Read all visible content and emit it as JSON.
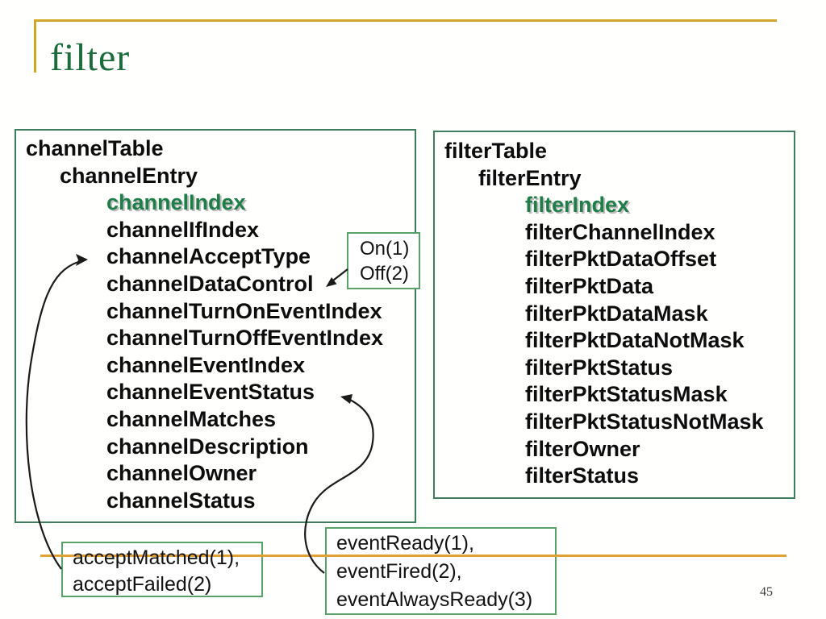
{
  "slide": {
    "title": "filter",
    "page_number": "45",
    "colors": {
      "title_green": "#1a6c3c",
      "highlight_green": "#1f7d48",
      "gold_rule": "#d3a528",
      "tree_box_border": "#3f7d5e",
      "callout_border": "#58a169",
      "text_black": "#0d0d0d"
    }
  },
  "channel_box": {
    "items": [
      {
        "text": "channelTable",
        "indent": 0,
        "highlight": false
      },
      {
        "text": "channelEntry",
        "indent": 1,
        "highlight": false
      },
      {
        "text": "channelIndex",
        "indent": 2,
        "highlight": true
      },
      {
        "text": "channelIfIndex",
        "indent": 2,
        "highlight": false
      },
      {
        "text": "channelAcceptType",
        "indent": 2,
        "highlight": false
      },
      {
        "text": "channelDataControl",
        "indent": 2,
        "highlight": false
      },
      {
        "text": "channelTurnOnEventIndex",
        "indent": 2,
        "highlight": false
      },
      {
        "text": "channelTurnOffEventIndex",
        "indent": 2,
        "highlight": false
      },
      {
        "text": "channelEventIndex",
        "indent": 2,
        "highlight": false
      },
      {
        "text": "channelEventStatus",
        "indent": 2,
        "highlight": false
      },
      {
        "text": "channelMatches",
        "indent": 2,
        "highlight": false
      },
      {
        "text": "channelDescription",
        "indent": 2,
        "highlight": false
      },
      {
        "text": "channelOwner",
        "indent": 2,
        "highlight": false
      },
      {
        "text": "channelStatus",
        "indent": 2,
        "highlight": false
      }
    ]
  },
  "filter_box": {
    "items": [
      {
        "text": "filterTable",
        "indent": 0,
        "highlight": false
      },
      {
        "text": "filterEntry",
        "indent": 1,
        "highlight": false
      },
      {
        "text": "filterIndex",
        "indent": 2,
        "highlight": true
      },
      {
        "text": "filterChannelIndex",
        "indent": 2,
        "highlight": false
      },
      {
        "text": "filterPktDataOffset",
        "indent": 2,
        "highlight": false
      },
      {
        "text": "filterPktData",
        "indent": 2,
        "highlight": false
      },
      {
        "text": "filterPktDataMask",
        "indent": 2,
        "highlight": false
      },
      {
        "text": "filterPktDataNotMask",
        "indent": 2,
        "highlight": false
      },
      {
        "text": "filterPktStatus",
        "indent": 2,
        "highlight": false
      },
      {
        "text": "filterPktStatusMask",
        "indent": 2,
        "highlight": false
      },
      {
        "text": "filterPktStatusNotMask",
        "indent": 2,
        "highlight": false
      },
      {
        "text": "filterOwner",
        "indent": 2,
        "highlight": false
      },
      {
        "text": "filterStatus",
        "indent": 2,
        "highlight": false
      }
    ]
  },
  "callouts": {
    "on_off": {
      "lines": [
        "On(1)",
        "Off(2)"
      ]
    },
    "accept": {
      "lines": [
        "acceptMatched(1),",
        "acceptFailed(2)"
      ]
    },
    "event": {
      "lines": [
        "eventReady(1),",
        "eventFired(2),",
        "eventAlwaysReady(3)"
      ]
    }
  }
}
